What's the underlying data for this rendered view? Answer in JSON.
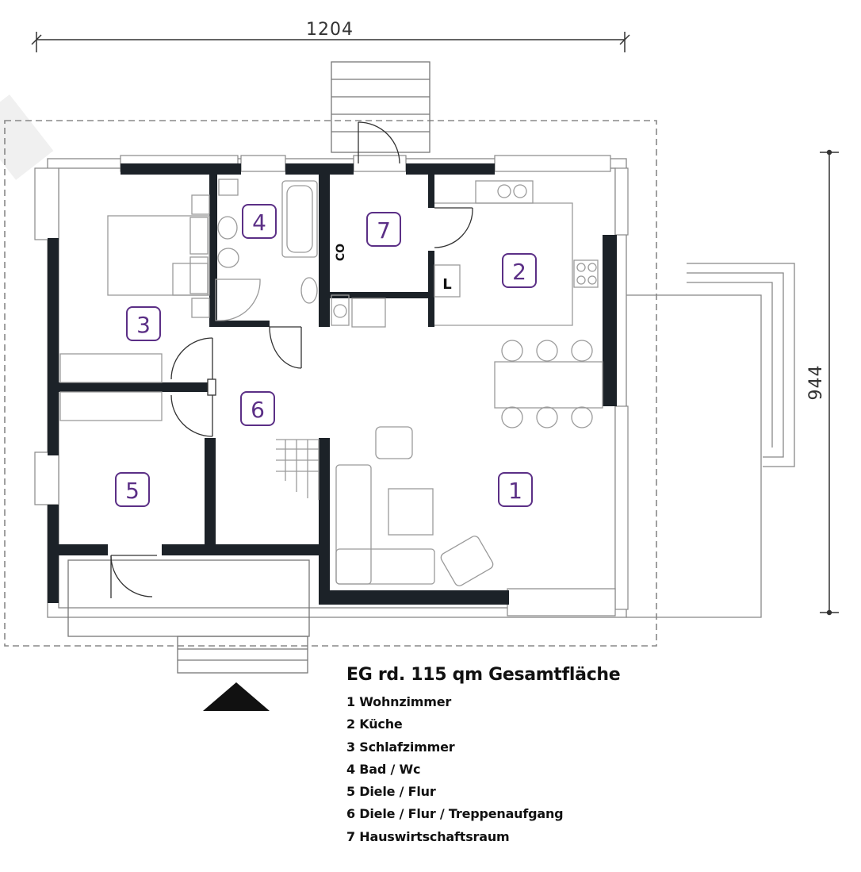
{
  "dimensions": {
    "width": "1204",
    "depth": "944"
  },
  "rooms": [
    {
      "num": "1",
      "label": "1 Wohnzimmer"
    },
    {
      "num": "2",
      "label": "2 Küche"
    },
    {
      "num": "3",
      "label": "3 Schlafzimmer"
    },
    {
      "num": "4",
      "label": "4 Bad / Wc"
    },
    {
      "num": "5",
      "label": "5 Diele / Flur"
    },
    {
      "num": "6",
      "label": "6 Diele / Flur / Treppenaufgang"
    },
    {
      "num": "7",
      "label": "7 Hauswirtschaftsraum"
    }
  ],
  "legend": {
    "title": "EG rd. 115 qm Gesamtfläche"
  },
  "marks": {
    "co": "CO",
    "l": "L"
  },
  "colors": {
    "wall": "#1c2228",
    "room_number": "#5b2f86",
    "furniture": "#9a9a9a",
    "outline": "#888888"
  }
}
